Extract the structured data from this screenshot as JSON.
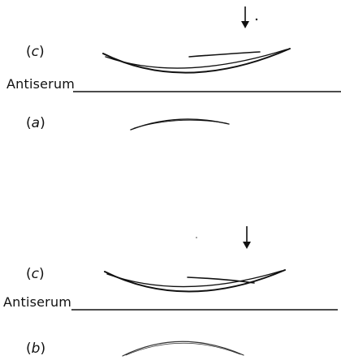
{
  "panel_top": {
    "label_c": "c",
    "label_a": "a",
    "antiserum_label": "Antiserum"
  },
  "panel_bottom": {
    "label_c": "c",
    "label_b": "b",
    "antiserum_label": "Antiserum"
  },
  "colors": {
    "ink": "#111111",
    "background": "#ffffff"
  },
  "icons": {
    "marker": "down-arrow-icon"
  }
}
